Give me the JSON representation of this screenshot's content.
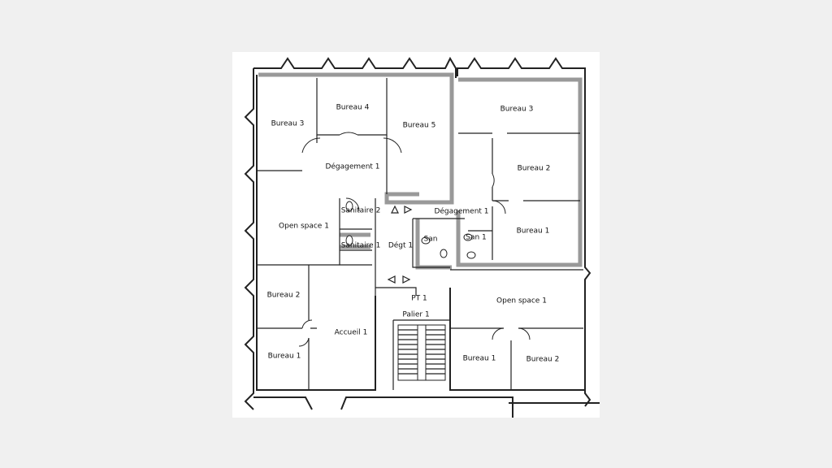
{
  "plan": {
    "rooms": [
      {
        "key": "bureau-3-left",
        "label": "Bureau 3"
      },
      {
        "key": "bureau-4",
        "label": "Bureau 4"
      },
      {
        "key": "bureau-5",
        "label": "Bureau 5"
      },
      {
        "key": "degagement-1-left",
        "label": "Dégagement 1"
      },
      {
        "key": "open-space-1-left",
        "label": "Open space 1"
      },
      {
        "key": "sanitaire-2",
        "label": "Sanitaire 2"
      },
      {
        "key": "sanitaire-1",
        "label": "Sanitaire 1"
      },
      {
        "key": "degt-1",
        "label": "Dégt 1"
      },
      {
        "key": "bureau-2-left",
        "label": "Bureau 2"
      },
      {
        "key": "accueil-1",
        "label": "Accueil 1"
      },
      {
        "key": "bureau-1-left",
        "label": "Bureau 1"
      },
      {
        "key": "palier-1",
        "label": "Palier 1"
      },
      {
        "key": "pt-1",
        "label": "PT 1"
      },
      {
        "key": "bureau-3-right",
        "label": "Bureau 3"
      },
      {
        "key": "bureau-2-right",
        "label": "Bureau 2"
      },
      {
        "key": "degagement-1-right",
        "label": "Dégagement 1"
      },
      {
        "key": "bureau-1-right",
        "label": "Bureau 1"
      },
      {
        "key": "san-left",
        "label": "San"
      },
      {
        "key": "san-1",
        "label": "San 1"
      },
      {
        "key": "open-space-1-right",
        "label": "Open space 1"
      },
      {
        "key": "bureau-1-bottom",
        "label": "Bureau 1"
      },
      {
        "key": "bureau-2-bottom",
        "label": "Bureau 2"
      }
    ]
  },
  "colors": {
    "background": "#f0f0f0",
    "sheet": "#ffffff",
    "walls": "#222222",
    "structural_walls": "#999999"
  }
}
